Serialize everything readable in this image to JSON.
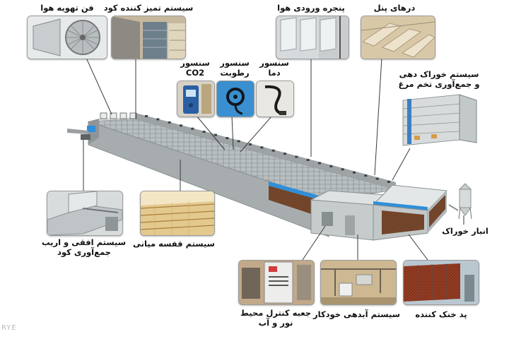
{
  "labels": {
    "exhaust_fan": "فن تهویه هوا",
    "manure_dryer": "سیستم تمیز کننده کود",
    "air_inlet": "پنجره ورودی هوا",
    "panel_doors": "درهای پنل",
    "feeding_egg": [
      "سیستم خوراک دهی",
      "و جمع‌آوری تخم مرغ"
    ],
    "sensor_co2": [
      "سنسور",
      "CO2"
    ],
    "sensor_humidity": [
      "سنسور",
      "رطوبت"
    ],
    "sensor_temp": [
      "سنسور",
      "دما"
    ],
    "manure_collect": [
      "سیستم افقی و اریب",
      "جمع‌آوری کود"
    ],
    "middle_cage": "سیستم قفسه میانی",
    "feed_silo": "انبار خوراک",
    "control_box": [
      "جعبه کنترل محیط",
      "نور و آب"
    ],
    "drinking": "سیستم آبدهی خودکار",
    "cooling_pad": "پد خنک کننده"
  },
  "watermark": "RYE",
  "colors": {
    "house_roof": "#c4c9ca",
    "house_wall": "#a9afb0",
    "accent_blue": "#2f8fd8",
    "pad_brown": "#7a4a2e",
    "leader_line": "#3a3a3a"
  }
}
